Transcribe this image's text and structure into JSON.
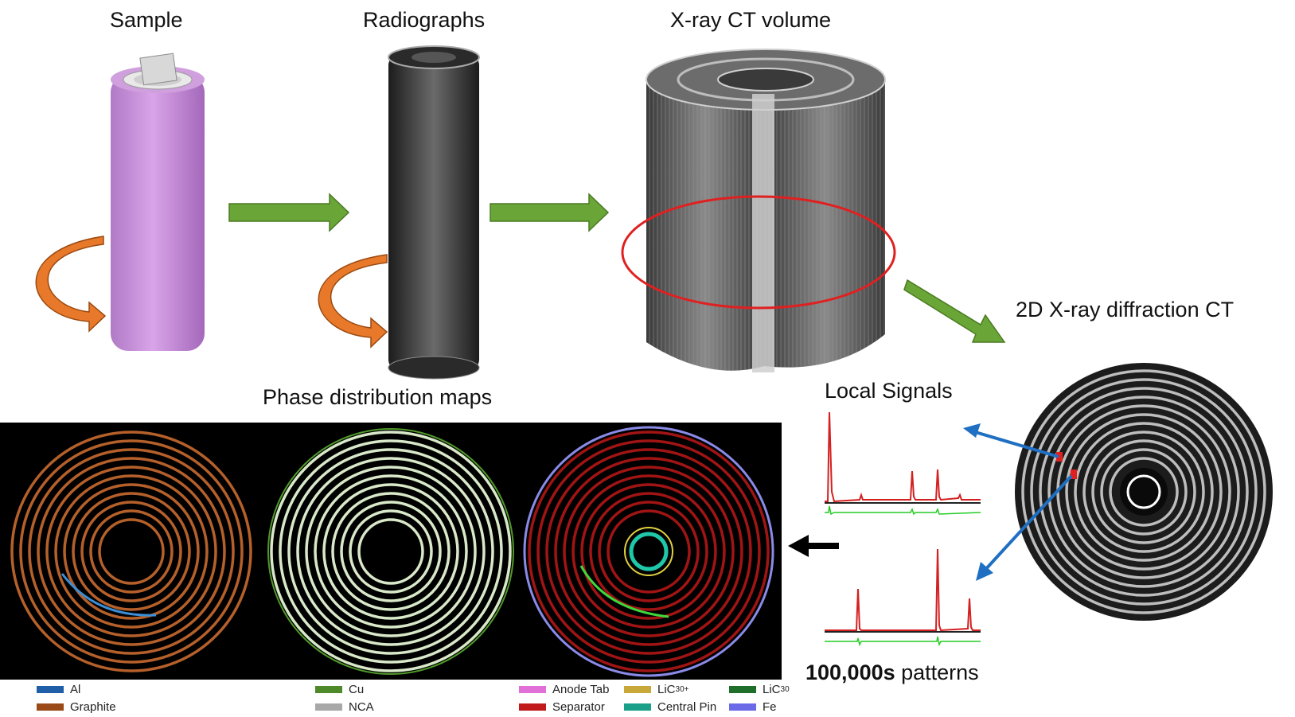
{
  "titles": {
    "sample": "Sample",
    "radiographs": "Radiographs",
    "ct_volume": "X-ray CT volume",
    "xrd_ct": "2D X-ray diffraction CT",
    "local_signals": "Local Signals",
    "phase_maps": "Phase distribution maps",
    "patterns_count": "100,000s",
    "patterns_word": " patterns"
  },
  "colors": {
    "cell_purple": "#c48ad6",
    "arrow_green": "#6aa637",
    "rotate_orange": "#e8792b",
    "signal_red": "#d42020",
    "signal_green": "#22cc22",
    "pointer_blue": "#1f6fc2"
  },
  "legend": [
    {
      "label": "Al",
      "color": "#1f5fa8"
    },
    {
      "label": "Graphite",
      "color": "#9a4a16"
    },
    {
      "label": "Cu",
      "color": "#4f8a2a"
    },
    {
      "label": "NCA",
      "color": "#a8a8a8"
    },
    {
      "label": "Anode Tab",
      "color": "#e070d8"
    },
    {
      "label": "Separator",
      "color": "#c01a1a"
    },
    {
      "label": "LiC",
      "sub": "30+",
      "color": "#c9a83a"
    },
    {
      "label": "Central Pin",
      "color": "#1aa088"
    },
    {
      "label": "LiC",
      "sub": "30",
      "color": "#1f6f2a"
    },
    {
      "label": "Fe",
      "color": "#6a6ae8"
    }
  ]
}
